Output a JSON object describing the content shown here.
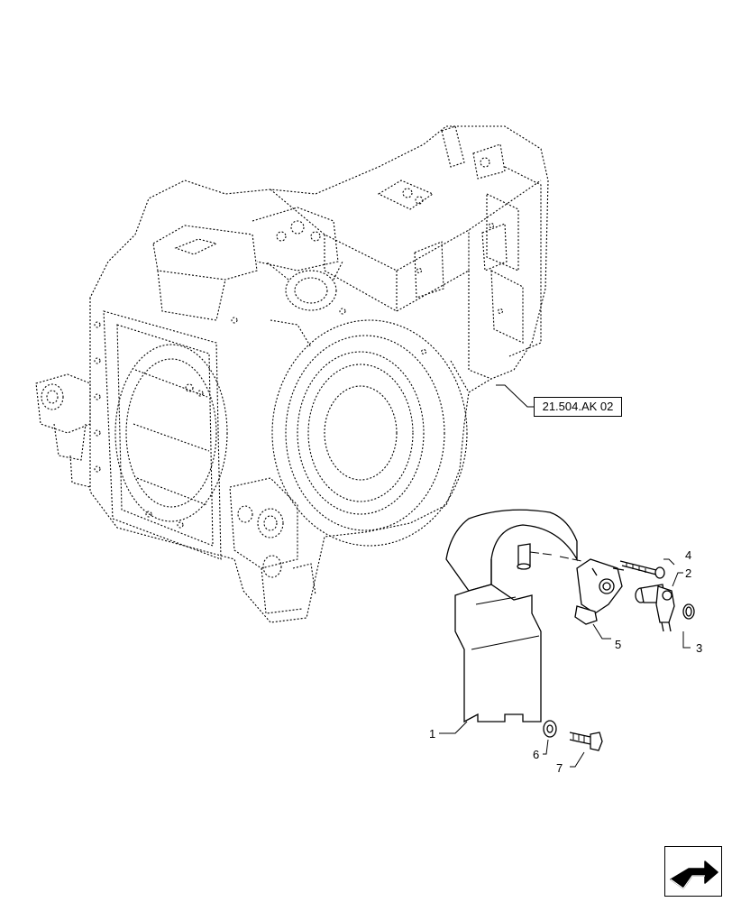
{
  "reference": {
    "label": "21.504.AK 02"
  },
  "callouts": [
    {
      "id": "c1",
      "label": "1"
    },
    {
      "id": "c2",
      "label": "2"
    },
    {
      "id": "c3",
      "label": "3"
    },
    {
      "id": "c4",
      "label": "4"
    },
    {
      "id": "c5",
      "label": "5"
    },
    {
      "id": "c6",
      "label": "6"
    },
    {
      "id": "c7",
      "label": "7"
    }
  ],
  "nav": {
    "icon": "next-page-arrow-icon"
  }
}
